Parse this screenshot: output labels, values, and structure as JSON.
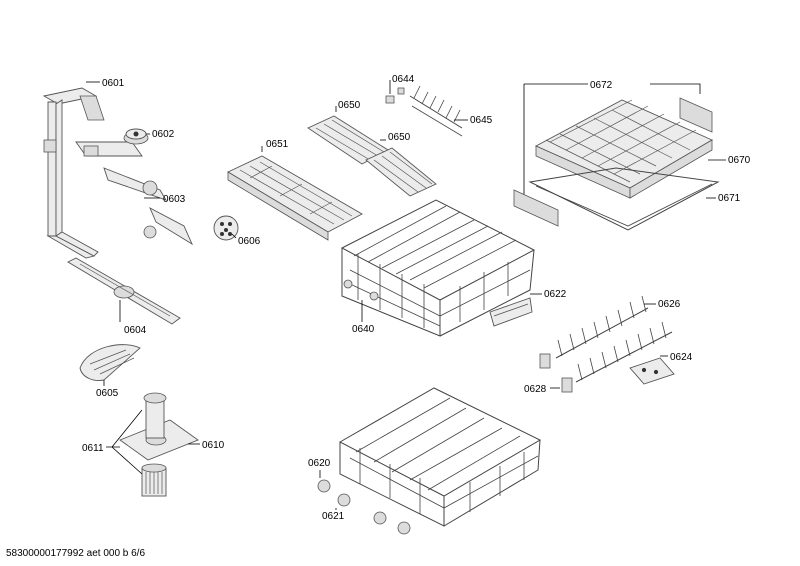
{
  "diagram": {
    "labels": {
      "p0601": "0601",
      "p0602": "0602",
      "p0603": "0603",
      "p0604": "0604",
      "p0605": "0605",
      "p0606": "0606",
      "p0610": "0610",
      "p0611": "0611",
      "p0620": "0620",
      "p0621": "0621",
      "p0622": "0622",
      "p0624": "0624",
      "p0626": "0626",
      "p0628": "0628",
      "p0640": "0640",
      "p0644": "0644",
      "p0645": "0645",
      "p0650a": "0650",
      "p0650b": "0650",
      "p0651": "0651",
      "p0670": "0670",
      "p0671": "0671",
      "p0672": "0672"
    },
    "footer": "58300000177992 aet 000 b 6/6"
  }
}
